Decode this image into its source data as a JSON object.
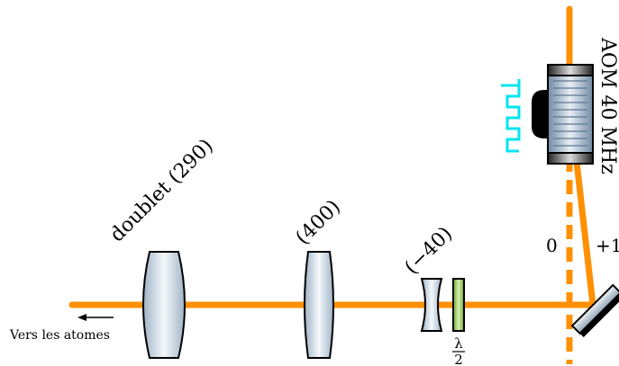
{
  "labels": {
    "doublet": "doublet (290)",
    "lens400": "(400)",
    "lens_neg40": "(−40)",
    "aom": "AOM 40 MHz",
    "order0": "0",
    "order1": "+1",
    "vers_atomes": "Vers les atomes",
    "halfwave_num": "λ",
    "halfwave_den": "2"
  },
  "colors": {
    "beam": "#ff9000",
    "rf_signal": "#00e5f0",
    "lens_edge": "#000000",
    "waveplate": "#8dc63f"
  },
  "icons": {
    "rf": "square-wave-icon",
    "direction": "arrow-left-icon"
  }
}
